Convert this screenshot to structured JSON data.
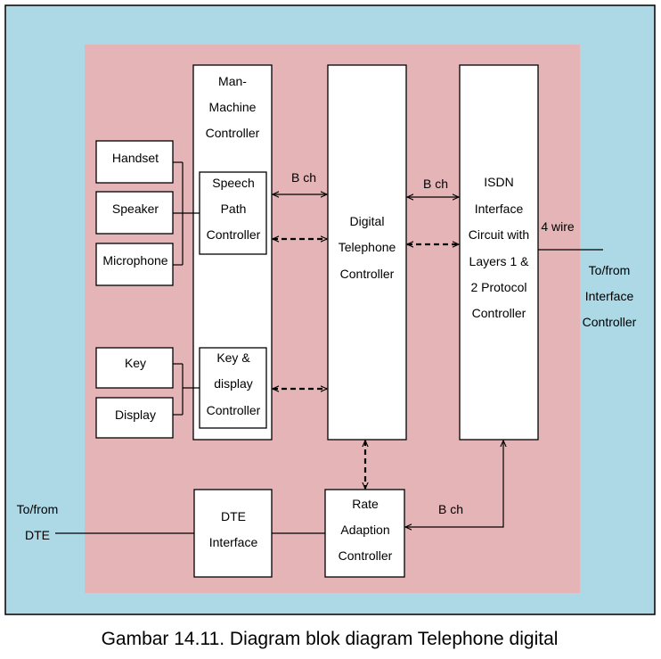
{
  "colors": {
    "outer_bg": "#add8e6",
    "inner_bg": "#e5b4b6",
    "box_fill": "#ffffff",
    "line": "#000000"
  },
  "blocks": {
    "man_machine": [
      "Man-",
      "Machine",
      "Controller"
    ],
    "speech_path": [
      "Speech",
      "Path",
      "Controller"
    ],
    "key_display": [
      "Key &",
      "display",
      "Controller"
    ],
    "digital_telephone": [
      "Digital",
      "Telephone",
      "Controller"
    ],
    "isdn": [
      "ISDN",
      "Interface",
      "Circuit with",
      "Layers 1 &",
      "2 Protocol",
      "Controller"
    ],
    "handset": "Handset",
    "speaker": "Speaker",
    "microphone": "Microphone",
    "key": "Key",
    "display": "Display",
    "dte_interface": [
      "DTE",
      "Interface"
    ],
    "rate_adaption": [
      "Rate",
      "Adaption",
      "Controller"
    ]
  },
  "labels": {
    "bch_left": "B ch",
    "bch_right": "B ch",
    "bch_bottom": "B ch",
    "four_wire": "4 wire",
    "to_from_interface": [
      "To/from",
      "Interface",
      "Controller"
    ],
    "to_from_dte": [
      "To/from",
      "DTE"
    ]
  },
  "caption": "Gambar 14.11. Diagram blok diagram Telephone digital"
}
